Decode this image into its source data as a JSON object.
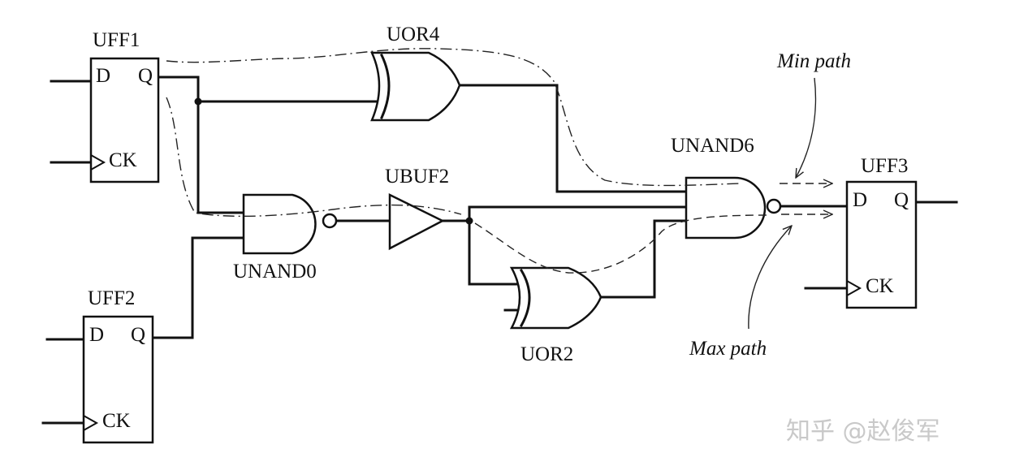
{
  "diagram": {
    "cells": {
      "uff1": {
        "label": "UFF1",
        "pin_d": "D",
        "pin_q": "Q",
        "pin_ck": "CK"
      },
      "uff2": {
        "label": "UFF2",
        "pin_d": "D",
        "pin_q": "Q",
        "pin_ck": "CK"
      },
      "uff3": {
        "label": "UFF3",
        "pin_d": "D",
        "pin_q": "Q",
        "pin_ck": "CK"
      },
      "uor4": {
        "label": "UOR4"
      },
      "unand0": {
        "label": "UNAND0"
      },
      "ubuf2": {
        "label": "UBUF2"
      },
      "uor2": {
        "label": "UOR2"
      },
      "unand6": {
        "label": "UNAND6"
      }
    },
    "annotations": {
      "min_path": "Min path",
      "max_path": "Max path"
    },
    "watermark": "知乎 @赵俊军"
  }
}
